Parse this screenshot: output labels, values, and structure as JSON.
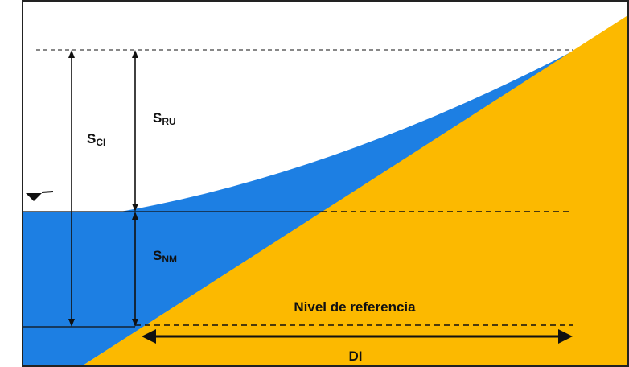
{
  "diagram": {
    "labels": {
      "sci": {
        "main": "S",
        "sub": "CI"
      },
      "sru": {
        "main": "S",
        "sub": "RU"
      },
      "snm": {
        "main": "S",
        "sub": "NM"
      },
      "reference_level": "Nivel de referencia",
      "di": "DI"
    },
    "colors": {
      "water": "#1d7fe3",
      "ground": "#fcb900",
      "lines": "#111111",
      "frame": "#222222",
      "background": "#ffffff"
    }
  }
}
